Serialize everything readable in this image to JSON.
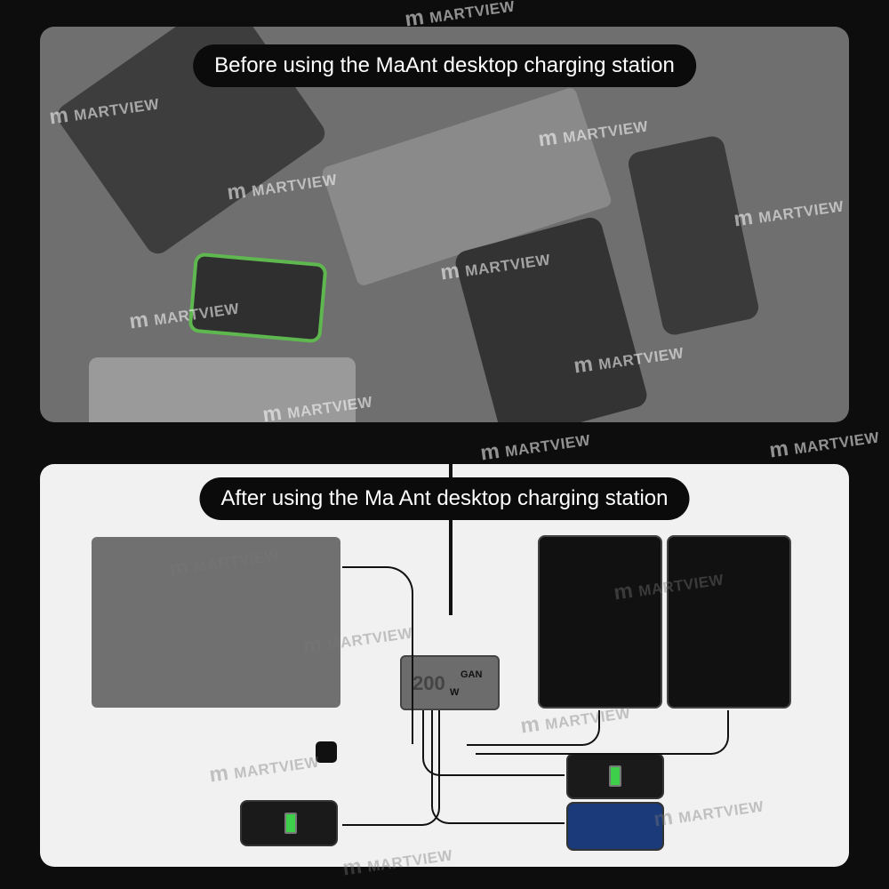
{
  "before_caption": "Before using the MaAnt desktop charging station",
  "after_caption": "After using the Ma Ant desktop charging station",
  "charger": {
    "wattage": "200",
    "unit": "W",
    "tech": "GAN"
  },
  "watermark": "MARTVIEW",
  "colors": {
    "battery": "#3ecf4a",
    "caption_bg": "#0b0b0b"
  }
}
